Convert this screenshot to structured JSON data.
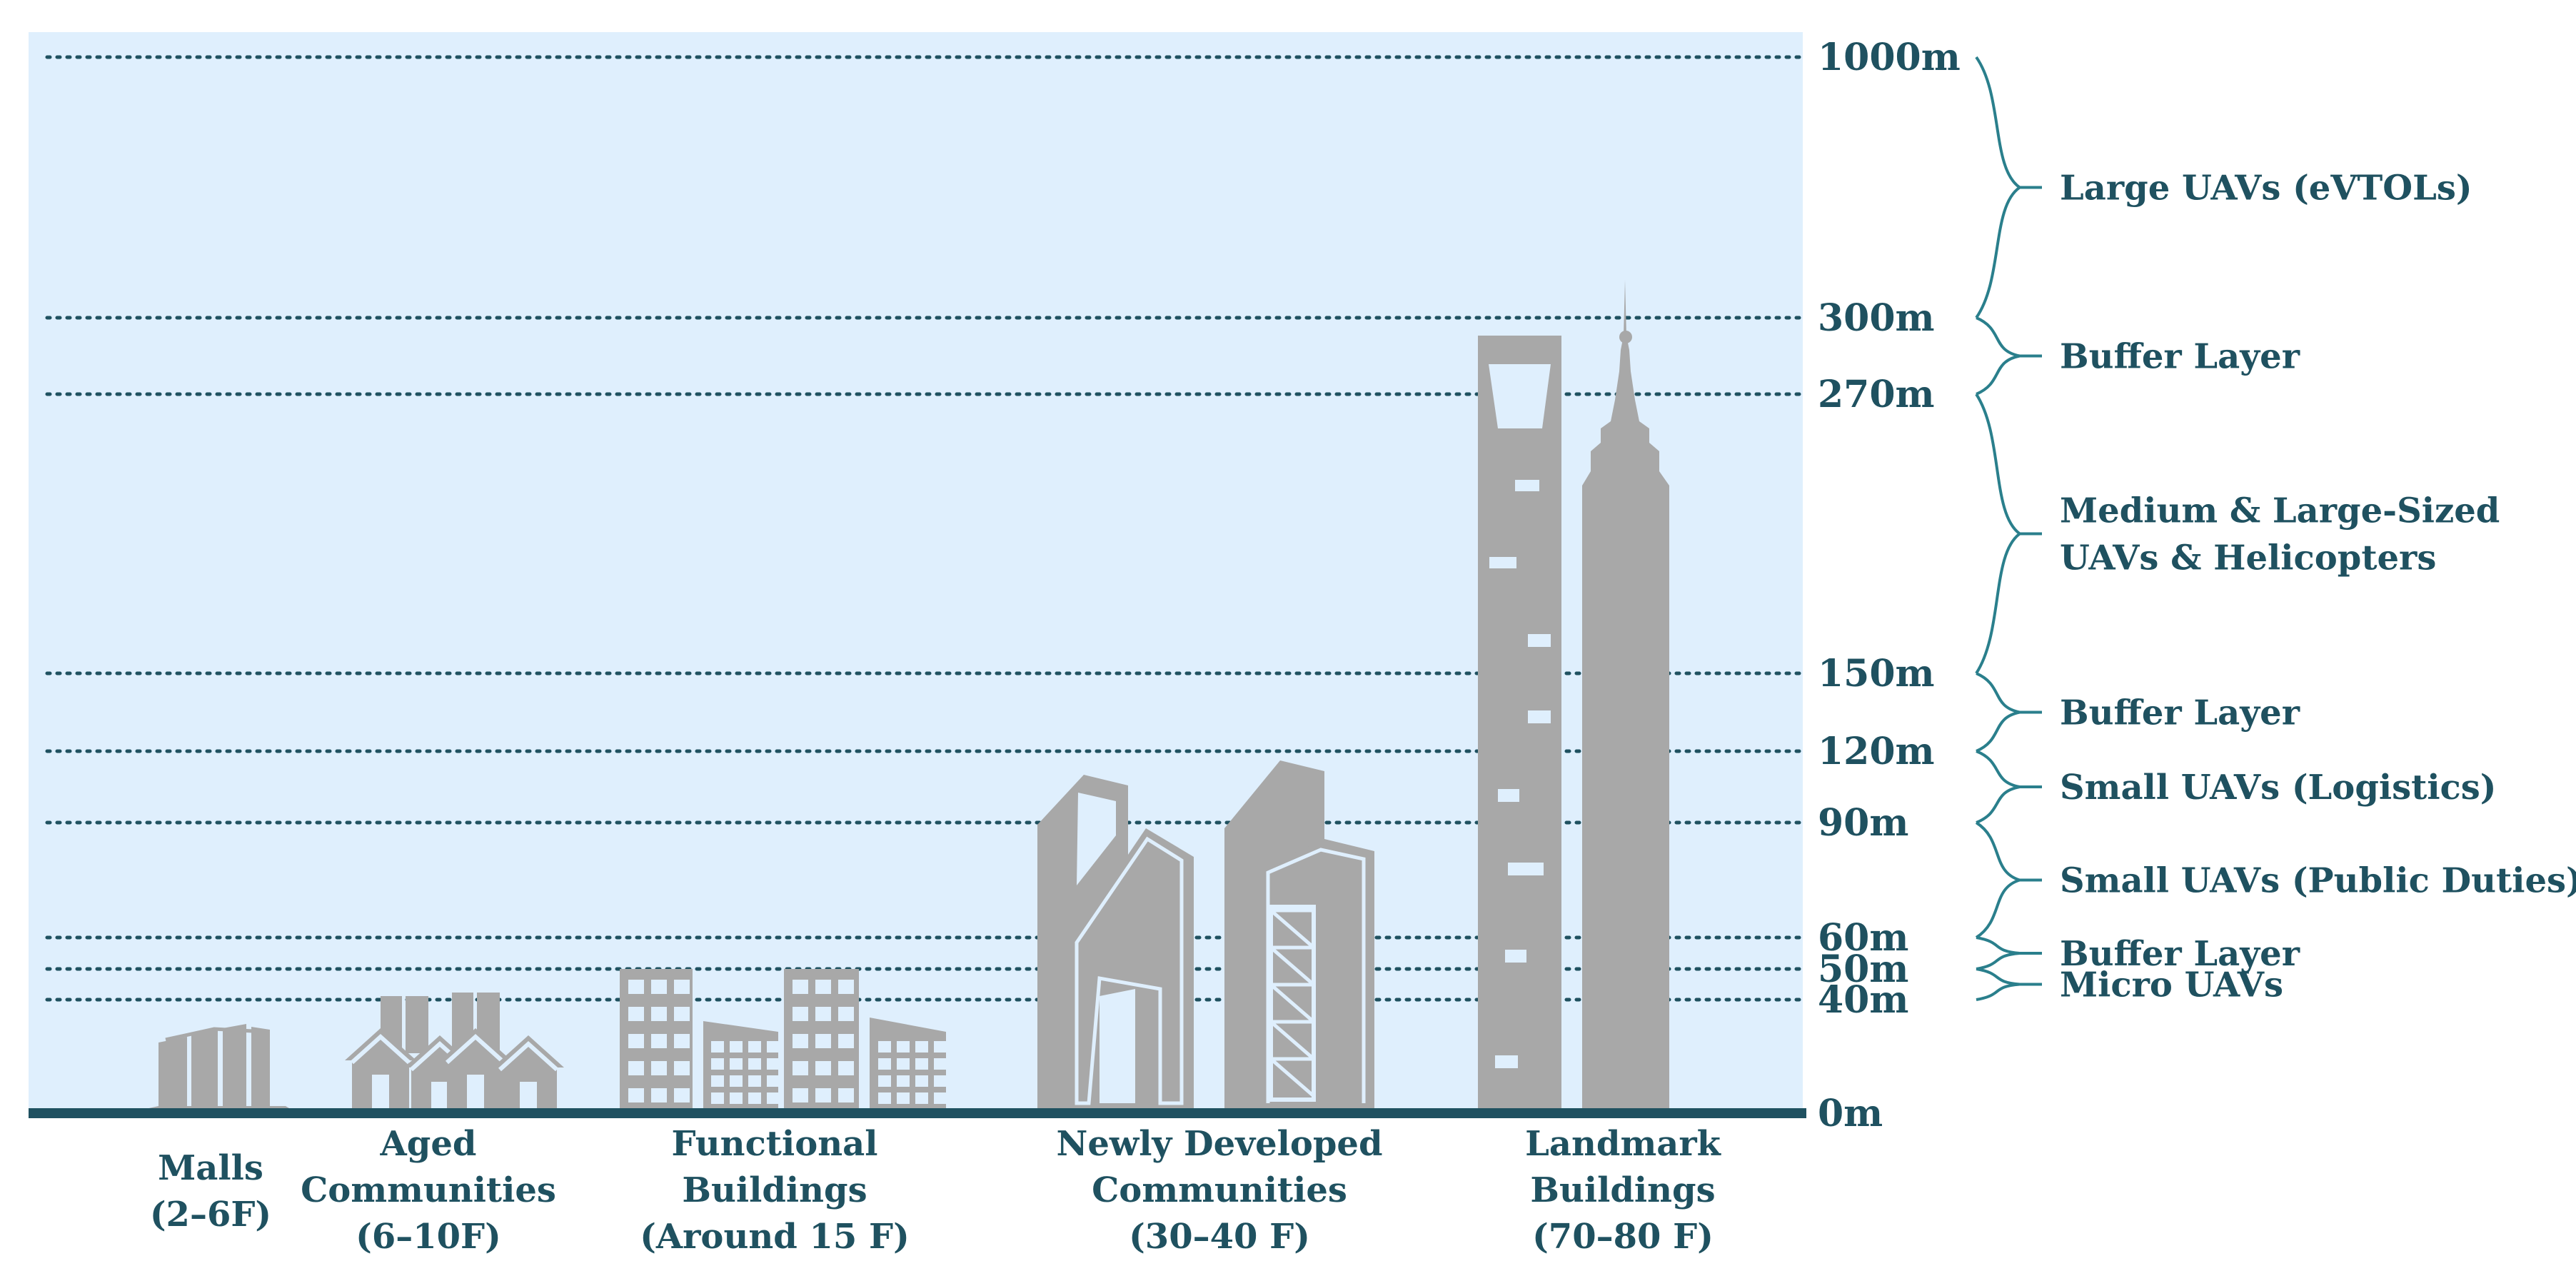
{
  "altitudes": [
    {
      "key": "1000",
      "label": "1000m"
    },
    {
      "key": "300",
      "label": "300m"
    },
    {
      "key": "270",
      "label": "270m"
    },
    {
      "key": "150",
      "label": "150m"
    },
    {
      "key": "120",
      "label": "120m"
    },
    {
      "key": "90",
      "label": "90m"
    },
    {
      "key": "60",
      "label": "60m"
    },
    {
      "key": "50",
      "label": "50m"
    },
    {
      "key": "40",
      "label": "40m"
    },
    {
      "key": "0",
      "label": "0m"
    }
  ],
  "layers": [
    {
      "name": "Large UAVs (eVTOLs)",
      "from": "300",
      "to": "1000"
    },
    {
      "name": "Buffer Layer",
      "from": "270",
      "to": "300"
    },
    {
      "name": "Medium & Large-Sized\nUAVs & Helicopters",
      "from": "150",
      "to": "270"
    },
    {
      "name": "Buffer Layer",
      "from": "120",
      "to": "150"
    },
    {
      "name": "Small UAVs (Logistics)",
      "from": "90",
      "to": "120"
    },
    {
      "name": "Small UAVs (Public Duties)",
      "from": "60",
      "to": "90"
    },
    {
      "name": "Buffer Layer",
      "from": "50",
      "to": "60"
    },
    {
      "name": "Micro UAVs",
      "from": "40",
      "to": "50"
    }
  ],
  "building_categories": [
    {
      "id": "malls",
      "label": "Malls\n(2–6F)"
    },
    {
      "id": "aged",
      "label": "Aged\nCommunities\n(6–10F)"
    },
    {
      "id": "functional",
      "label": "Functional\nBuildings\n(Around 15 F)"
    },
    {
      "id": "newly",
      "label": "Newly Developed\nCommunities\n(30–40 F)"
    },
    {
      "id": "landmark",
      "label": "Landmark\nBuildings\n(70–80 F)"
    }
  ],
  "colors": {
    "sky": "#dfeffd",
    "ground": "#1f5160",
    "text": "#1f5160",
    "brace": "#2a7f8c",
    "building": "#a8a8a8"
  }
}
